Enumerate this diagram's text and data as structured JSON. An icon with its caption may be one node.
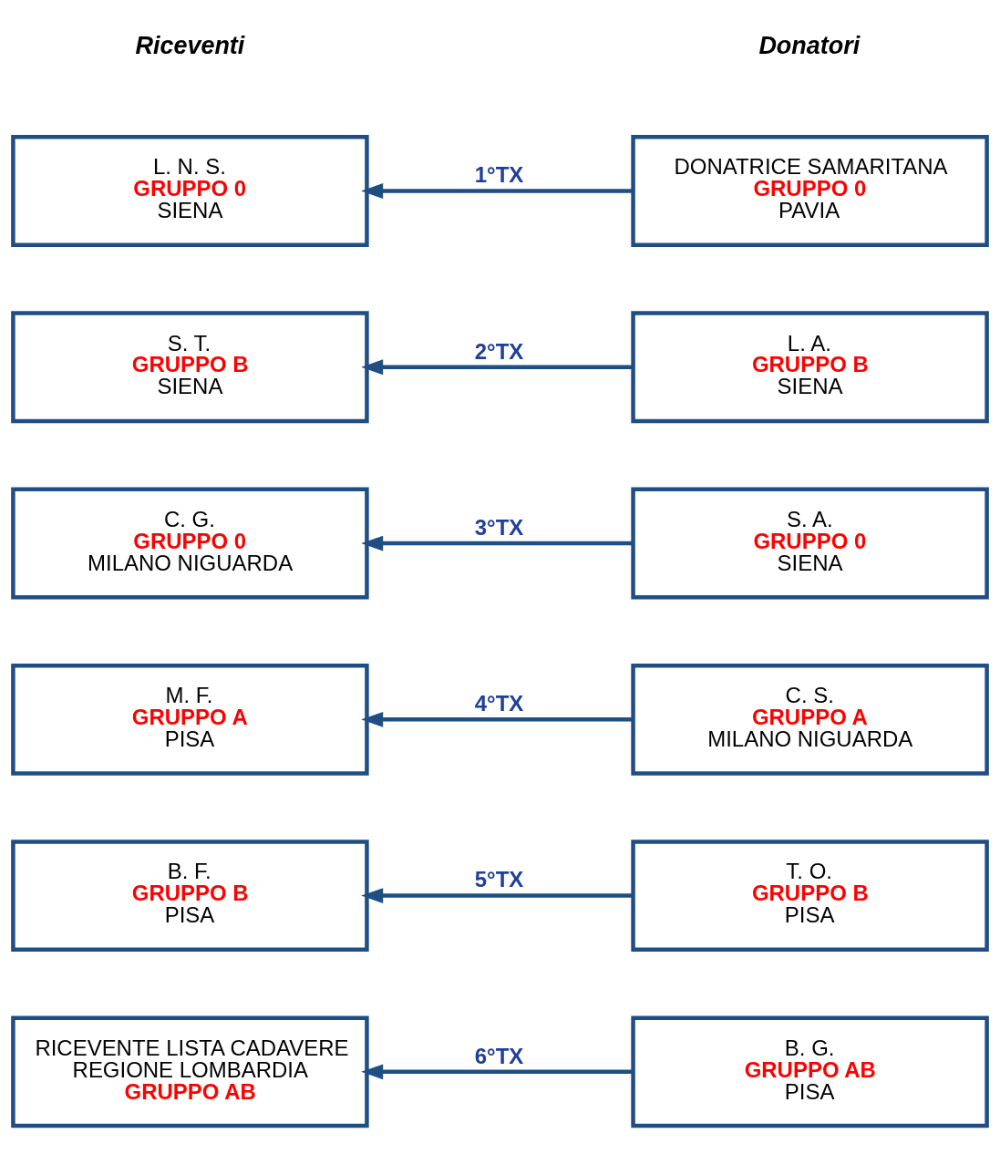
{
  "diagram": {
    "nodes": [
      {
        "text": [
          "DONATRICE SAMARITANA",
          "GRUPPO 0",
          "PAVIA"
        ]
      },
      {
        "text": [
          "L. A.",
          "GRUPPO B",
          "SIENA"
        ]
      },
      {
        "text": [
          "S. A.",
          "GRUPPO 0",
          "SIENA"
        ]
      },
      {
        "text": [
          "C. S.",
          "GRUPPO A",
          "MILANO NIGUARDA"
        ]
      },
      {
        "text": [
          "T. O.",
          "GRUPPO B",
          "PISA"
        ]
      },
      {
        "text": [
          "B. G.",
          "GRUPPO AB",
          "PISA"
        ]
      },
      {
        "text": [
          "L. N. S.",
          "GRUPPO 0",
          "SIENA"
        ]
      },
      {
        "text": [
          "S. T.",
          "GRUPPO B",
          "SIENA"
        ]
      },
      {
        "text": [
          "C. G.",
          "GRUPPO 0",
          "MILANO NIGUARDA"
        ]
      },
      {
        "text": [
          "M. F.",
          "GRUPPO A",
          "PISA"
        ]
      },
      {
        "text": [
          "B. F.",
          "GRUPPO B",
          "PISA"
        ]
      },
      {
        "text": [
          "RICEVENTE LISTA CADAVERE",
          "REGIONE LOMBARDIA",
          "GRUPPO AB"
        ]
      }
    ],
    "edges": [
      {
        "from": 0,
        "to": 6,
        "arrow": "to",
        "label": "1°TX"
      },
      {
        "from": 1,
        "to": 7,
        "arrow": "to",
        "label": "2°TX"
      },
      {
        "from": 2,
        "to": 8,
        "arrow": "to",
        "label": "3°TX"
      },
      {
        "from": 3,
        "to": 9,
        "arrow": "to",
        "label": "4°TX"
      },
      {
        "from": 4,
        "to": 10,
        "arrow": "to",
        "label": "5°TX"
      },
      {
        "from": 5,
        "to": 11,
        "arrow": "to",
        "label": "6°TX"
      }
    ],
    "labels": [
      "Donatori",
      "Riceventi"
    ]
  }
}
